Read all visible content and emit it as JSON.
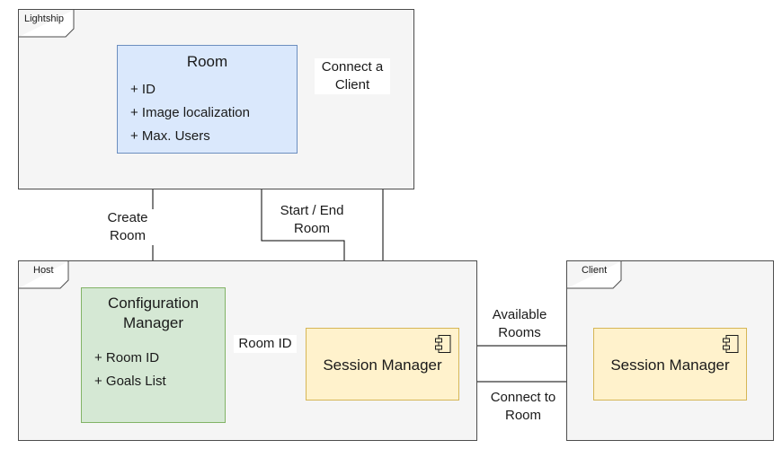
{
  "frames": {
    "lightship": "Lightship",
    "host": "Host",
    "client": "Client"
  },
  "room": {
    "title": "Room",
    "attributes": [
      "+ ID",
      "+ Image localization",
      "+ Max. Users"
    ]
  },
  "config_manager": {
    "title_line1": "Configuration",
    "title_line2": "Manager",
    "attributes": [
      "+ Room ID",
      "+ Goals List"
    ]
  },
  "host_session": {
    "title": "Session Manager",
    "icon": "component-icon"
  },
  "client_session": {
    "title": "Session Manager",
    "icon": "component-icon"
  },
  "edges": {
    "create_room": [
      "Create",
      "Room"
    ],
    "start_end_room": [
      "Start / End",
      "Room"
    ],
    "connect_client": [
      "Connect a",
      "Client"
    ],
    "room_id": "Room ID",
    "available_rooms": [
      "Available",
      "Rooms"
    ],
    "connect_to_room": [
      "Connect to",
      "Room"
    ]
  },
  "colors": {
    "frame_fill": "#f5f5f5",
    "room_fill": "#dae8fc",
    "config_fill": "#d5e8d4",
    "session_fill": "#fff2cc",
    "line": "#000000"
  }
}
